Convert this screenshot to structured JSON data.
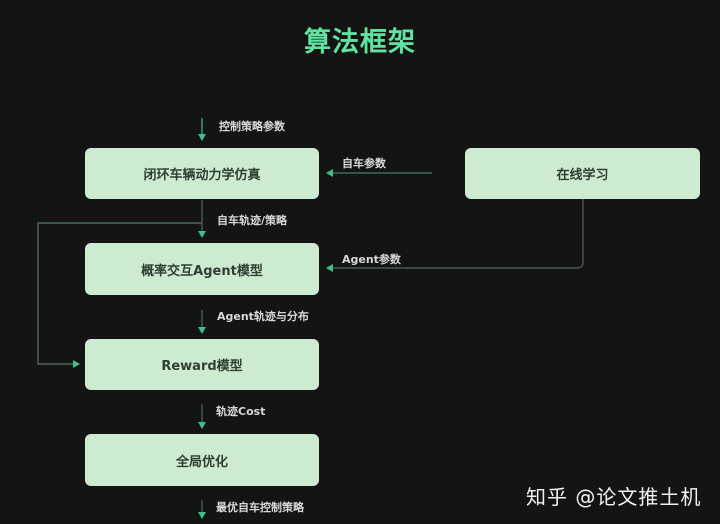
{
  "title": "算法框架",
  "colors": {
    "background": "#141414",
    "title": "#5fe3a1",
    "box_fill": "#cdebd0",
    "box_text": "#2f3f33",
    "arrow": "#3fbf8a",
    "line": "#5a6b62",
    "label_text": "#d8d8d8"
  },
  "nodes": {
    "sim": {
      "label": "闭环车辆动力学仿真"
    },
    "online": {
      "label": "在线学习"
    },
    "agent": {
      "label": "概率交互Agent模型"
    },
    "reward": {
      "label": "Reward模型"
    },
    "optim": {
      "label": "全局优化"
    }
  },
  "edges": {
    "input_params": {
      "label": "控制策略参数"
    },
    "ego_params": {
      "label": "自车参数"
    },
    "ego_traj": {
      "label": "自车轨迹/策略"
    },
    "agent_params": {
      "label": "Agent参数"
    },
    "agent_traj": {
      "label": "Agent轨迹与分布"
    },
    "traj_cost": {
      "label": "轨迹Cost"
    },
    "output_policy": {
      "label": "最优自车控制策略"
    }
  },
  "watermark": "知乎 @论文推土机"
}
